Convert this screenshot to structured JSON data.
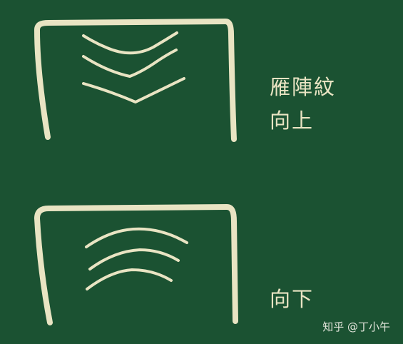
{
  "top_panel": {
    "label_line1": "雁陣紋",
    "label_line2": "向上"
  },
  "bottom_panel": {
    "label": "向下"
  },
  "watermark": "知乎 @丁小午",
  "colors": {
    "board": "#1b5232",
    "chalk": "#e9e4c3"
  }
}
